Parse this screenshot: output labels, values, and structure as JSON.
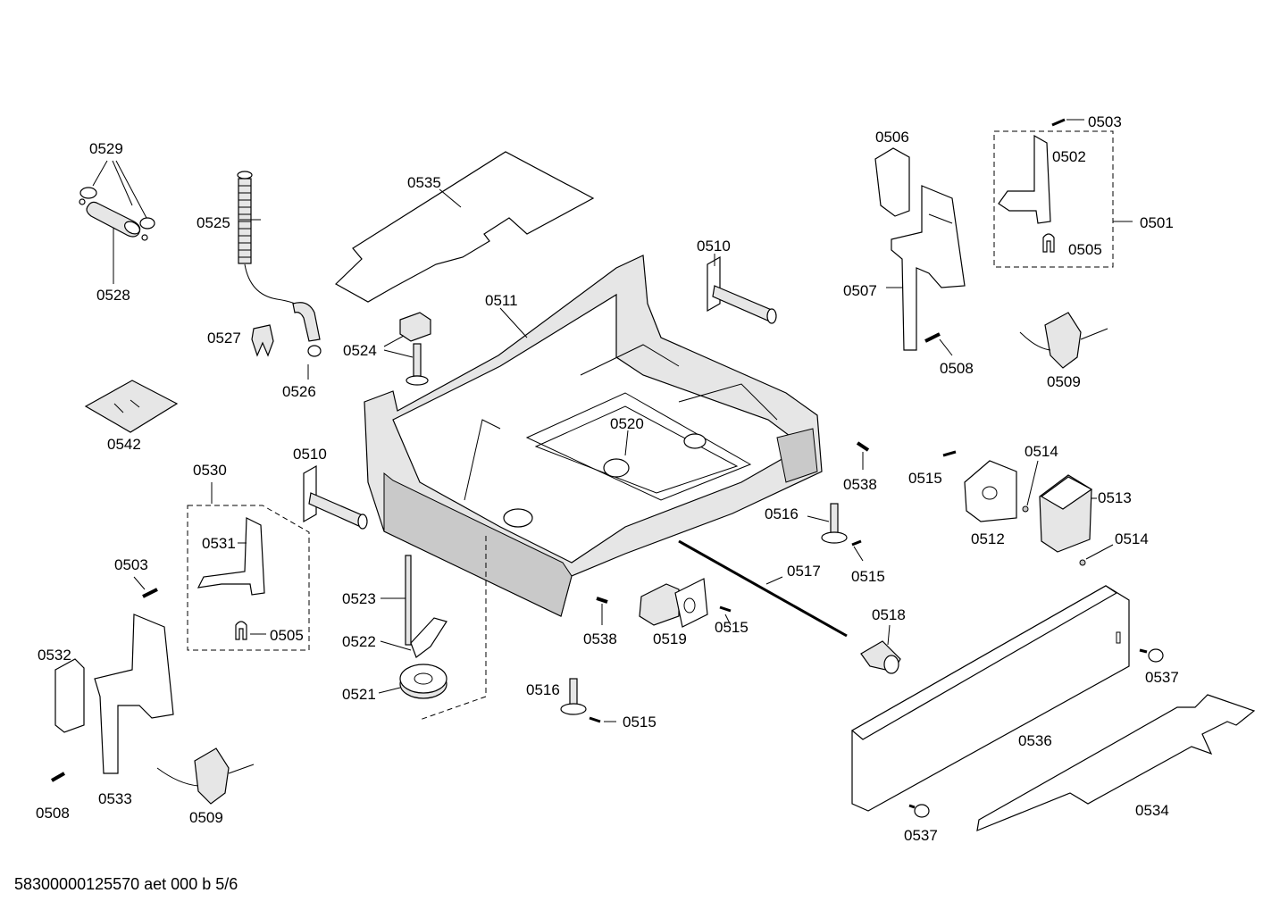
{
  "footer": "58300000125570 aet 000 b 5/6",
  "callouts": {
    "c0529": "0529",
    "c0528": "0528",
    "c0525": "0525",
    "c0527": "0527",
    "c0526": "0526",
    "c0542": "0542",
    "c0535": "0535",
    "c0511": "0511",
    "c0524": "0524",
    "c0510a": "0510",
    "c0510b": "0510",
    "c0520": "0520",
    "c0506": "0506",
    "c0503a": "0503",
    "c0502": "0502",
    "c0501": "0501",
    "c0505a": "0505",
    "c0507": "0507",
    "c0508a": "0508",
    "c0509a": "0509",
    "c0530": "0530",
    "c0531": "0531",
    "c0503b": "0503",
    "c0505b": "0505",
    "c0532": "0532",
    "c0533": "0533",
    "c0508b": "0508",
    "c0509b": "0509",
    "c0523": "0523",
    "c0522": "0522",
    "c0521": "0521",
    "c0538a": "0538",
    "c0538b": "0538",
    "c0515a": "0515",
    "c0515b": "0515",
    "c0515c": "0515",
    "c0515d": "0515",
    "c0514a": "0514",
    "c0514b": "0514",
    "c0513": "0513",
    "c0512": "0512",
    "c0516a": "0516",
    "c0516b": "0516",
    "c0517": "0517",
    "c0518": "0518",
    "c0519": "0519",
    "c0536": "0536",
    "c0537a": "0537",
    "c0537b": "0537",
    "c0534": "0534"
  }
}
